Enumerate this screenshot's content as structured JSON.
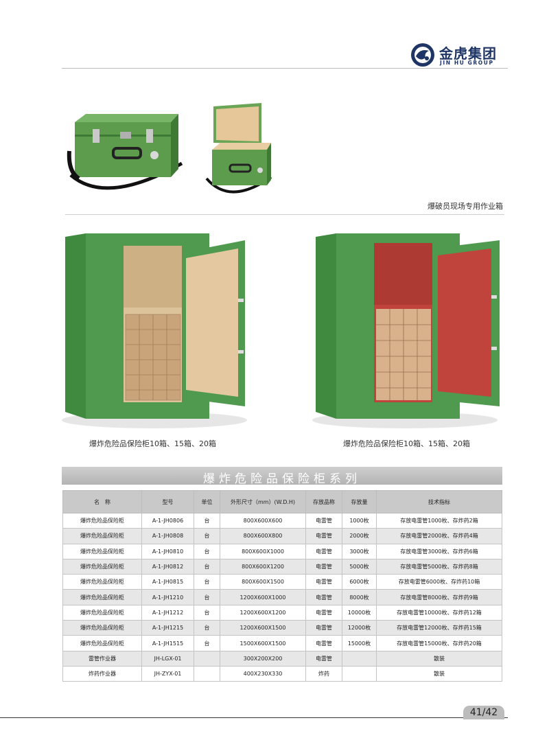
{
  "logo": {
    "name_cn": "金虎集团",
    "name_en": "JIN HU GROUP"
  },
  "top_caption": "爆破员现场专用作业箱",
  "cabinet_captions": [
    "爆炸危险品保险柜10箱、15箱、20箱",
    "爆炸危险品保险柜10箱、15箱、20箱"
  ],
  "section_title": "爆炸危险品保险柜系列",
  "table": {
    "headers": [
      "名　称",
      "型号",
      "单位",
      "外形尺寸（mm）(W.D.H)",
      "存放品称",
      "存放量",
      "技术指标"
    ],
    "rows": [
      [
        "爆炸危险品保险柜",
        "A-1-JH0806",
        "台",
        "800X600X600",
        "电雷管",
        "1000枚",
        "存放电雷管1000枚、存炸药2箱"
      ],
      [
        "爆炸危险品保险柜",
        "A-1-JH0808",
        "台",
        "800X600X800",
        "电雷管",
        "2000枚",
        "存放电雷管2000枚、存炸药4箱"
      ],
      [
        "爆炸危险品保险柜",
        "A-1-JH0810",
        "台",
        "800X600X1000",
        "电雷管",
        "3000枚",
        "存放电雷管3000枚、存炸药6箱"
      ],
      [
        "爆炸危险品保险柜",
        "A-1-JH0812",
        "台",
        "800X600X1200",
        "电雷管",
        "5000枚",
        "存放电雷管5000枚、存炸药8箱"
      ],
      [
        "爆炸危险品保险柜",
        "A-1-JH0815",
        "台",
        "800X600X1500",
        "电雷管",
        "6000枚",
        "存放电雷管6000枚、存炸药10箱"
      ],
      [
        "爆炸危险品保险柜",
        "A-1-JH1210",
        "台",
        "1200X600X1000",
        "电雷管",
        "8000枚",
        "存放电雷管8000枚、存炸药9箱"
      ],
      [
        "爆炸危险品保险柜",
        "A-1-JH1212",
        "台",
        "1200X600X1200",
        "电雷管",
        "10000枚",
        "存放电雷管10000枚、存炸药12箱"
      ],
      [
        "爆炸危险品保险柜",
        "A-1-JH1215",
        "台",
        "1200X600X1500",
        "电雷管",
        "12000枚",
        "存放电雷管12000枚、存炸药15箱"
      ],
      [
        "爆炸危险品保险柜",
        "A-1-JH1515",
        "台",
        "1500X600X1500",
        "电雷管",
        "15000枚",
        "存放电雷管15000枚、存炸药20箱"
      ],
      [
        "雷管作业器",
        "JH-LGX-01",
        "",
        "300X200X200",
        "电雷管",
        "",
        "散装"
      ],
      [
        "炸药作业器",
        "JH-ZYX-01",
        "",
        "400X230X330",
        "炸药",
        "",
        "散装"
      ]
    ]
  },
  "page_number": "41/42",
  "colors": {
    "cabinet_green": "#4f9a4e",
    "banner_gray": "#b8b8b8",
    "brand_navy": "#1e3566"
  }
}
